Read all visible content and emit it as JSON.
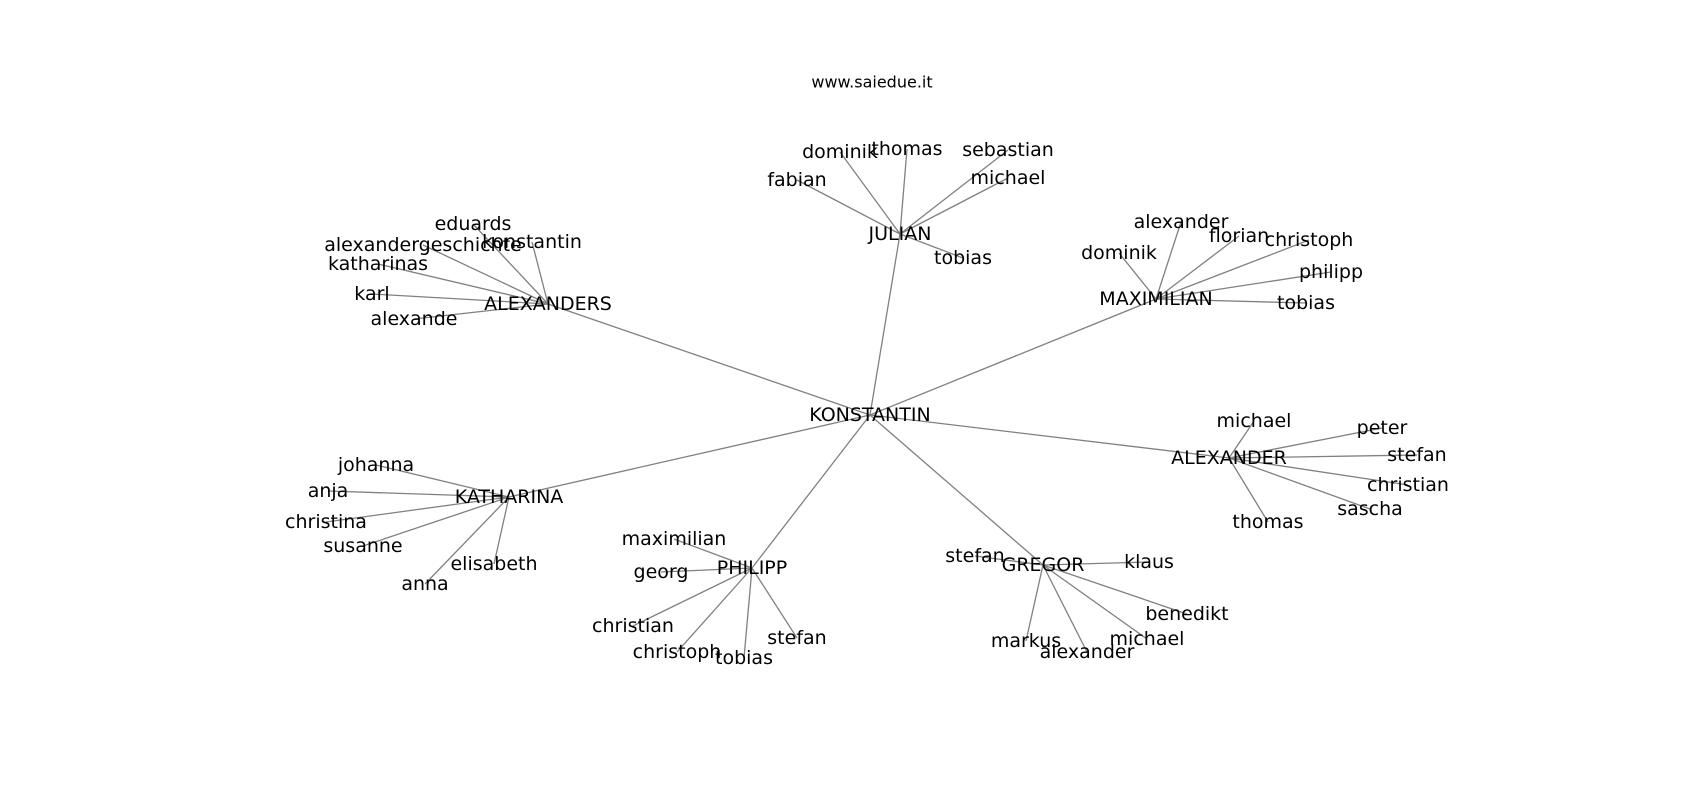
{
  "site": "www.saiedue.it",
  "root": "KONSTANTIN",
  "hubs": [
    {
      "name": "JULIAN",
      "leaves": [
        "dominik",
        "thomas",
        "sebastian",
        "michael",
        "fabian",
        "tobias"
      ]
    },
    {
      "name": "ALEXANDERS",
      "leaves": [
        "eduards",
        "alexandergeschichte",
        "konstantin",
        "katharinas",
        "karl",
        "alexande"
      ]
    },
    {
      "name": "MAXIMILIAN",
      "leaves": [
        "alexander",
        "florian",
        "christoph",
        "dominik",
        "philipp",
        "tobias"
      ]
    },
    {
      "name": "ALEXANDER",
      "leaves": [
        "michael",
        "peter",
        "stefan",
        "christian",
        "sascha",
        "thomas"
      ]
    },
    {
      "name": "KATHARINA",
      "leaves": [
        "johanna",
        "anja",
        "christina",
        "susanne",
        "elisabeth",
        "anna"
      ]
    },
    {
      "name": "PHILIPP",
      "leaves": [
        "maximilian",
        "georg",
        "christian",
        "christoph",
        "tobias",
        "stefan"
      ]
    },
    {
      "name": "GREGOR",
      "leaves": [
        "stefan",
        "klaus",
        "benedikt",
        "markus",
        "michael",
        "alexander"
      ]
    }
  ]
}
